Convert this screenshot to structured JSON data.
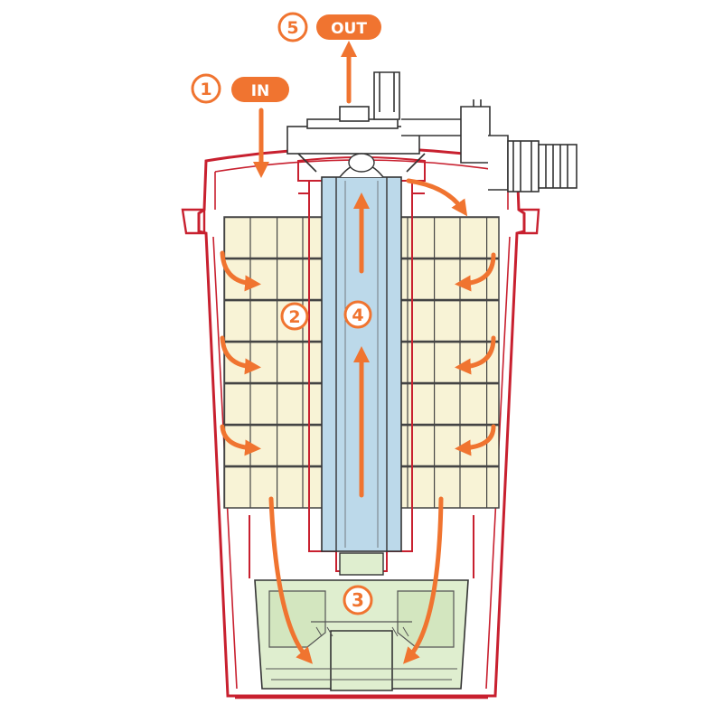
{
  "labels": {
    "inlet": {
      "number": "1",
      "text": "IN"
    },
    "outlet": {
      "number": "5",
      "text": "OUT"
    },
    "stage2": "2",
    "stage3": "3",
    "stage4": "4"
  },
  "colors": {
    "housing": "#c8202f",
    "flow": "#f07430",
    "sponge": "#f8f3d6",
    "tube": "#bcd9ea",
    "chamber": "#dfeecf",
    "outline": "#333333"
  },
  "icons": [
    "flow-arrow-icon",
    "hose-connector-icon"
  ]
}
